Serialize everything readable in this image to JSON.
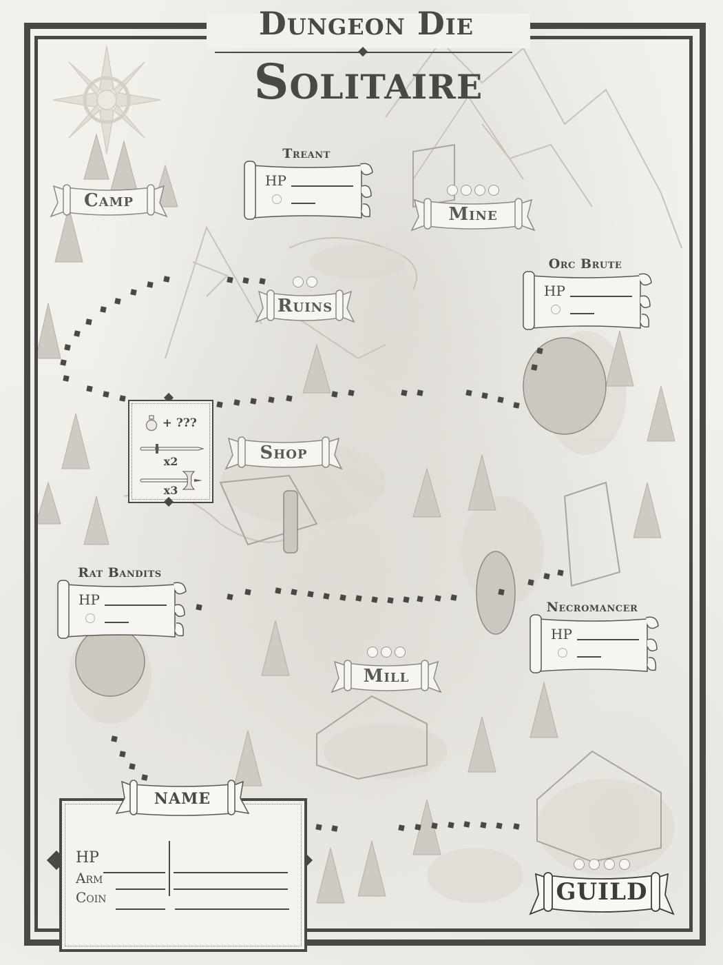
{
  "title": {
    "line1": "Dungeon Die",
    "line2": "Solitaire"
  },
  "compass": {
    "icon": "compass-rose-icon"
  },
  "locations": [
    {
      "id": "camp",
      "label": "Camp",
      "pips": 0
    },
    {
      "id": "mine",
      "label": "Mine",
      "pips": 4
    },
    {
      "id": "ruins",
      "label": "Ruins",
      "pips": 2
    },
    {
      "id": "shop",
      "label": "Shop",
      "pips": 0
    },
    {
      "id": "mill",
      "label": "Mill",
      "pips": 3
    },
    {
      "id": "guild",
      "label": "GUILD",
      "pips": 4
    }
  ],
  "enemies": [
    {
      "id": "treant",
      "name": "Treant",
      "hp_label": "HP",
      "hp_value": "",
      "counter": ""
    },
    {
      "id": "orc-brute",
      "name": "Orc Brute",
      "hp_label": "HP",
      "hp_value": "",
      "counter": ""
    },
    {
      "id": "rat-bandits",
      "name": "Rat Bandits",
      "hp_label": "HP",
      "hp_value": "",
      "counter": ""
    },
    {
      "id": "necromancer",
      "name": "Necromancer",
      "hp_label": "HP",
      "hp_value": "",
      "counter": ""
    }
  ],
  "shop": {
    "items": [
      {
        "icon": "potion-icon",
        "text": "+ ???"
      },
      {
        "icon": "sword-icon",
        "text": "x2"
      },
      {
        "icon": "axe-icon",
        "text": "x3"
      }
    ]
  },
  "player_card": {
    "title": "NAME",
    "fields": [
      {
        "label": "HP",
        "value": "",
        "notes": ""
      },
      {
        "label": "Arm",
        "value": "",
        "notes": ""
      },
      {
        "label": "Coin",
        "value": "",
        "notes": ""
      }
    ]
  },
  "colors": {
    "ink": "#4a4844",
    "paper": "#f2f1ec",
    "sketch": "#b8b4ab"
  }
}
